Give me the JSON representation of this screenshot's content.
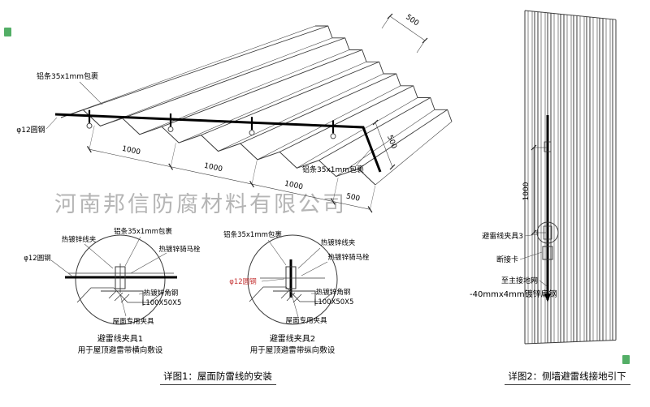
{
  "watermark": {
    "text": "河南邦信防腐材料有限公司",
    "color": "#9d9d9d"
  },
  "colors": {
    "red": "#c43131",
    "green": "#35a04b"
  },
  "roof": {
    "label_alu_top": "铝条35x1mm包裹",
    "label_alu_right": "铝条35x1mm包裹",
    "label_round_steel": "φ12圆钢",
    "dim_1": "1000",
    "dim_2": "1000",
    "dim_3": "1000",
    "dim_4": "500",
    "dim_5": "500",
    "dim_6": "500"
  },
  "detail1": {
    "label_clip": "热镀锌线夹",
    "label_alu": "铝条35x1mm包裹",
    "label_bolt": "热镀锌骑马栓",
    "label_round_steel": "φ12圆钢",
    "label_angle": "热镀锌角钢",
    "label_angle_spec": "L100X50X5",
    "label_roof_clamp": "屋面专用夹具",
    "title": "避雷线夹具1",
    "subtitle": "用于屋顶避雷带横向敷设"
  },
  "detail2": {
    "label_clip": "热镀锌线夹",
    "label_alu": "铝条35x1mm包裹",
    "label_bolt": "热镀锌骑马栓",
    "label_round_steel": "φ12圆钢",
    "label_angle": "热镀锌角钢",
    "label_angle_spec": "L100X50X5",
    "label_roof_clamp": "屋面专用夹具",
    "title": "避雷线夹具2",
    "subtitle": "用于屋顶避雷带纵向敷设"
  },
  "wall": {
    "dim_height": "1000",
    "label_clamp": "避雷线夹具3",
    "label_disconnect": "断接卡",
    "label_to_ground": "至主接地网",
    "label_flat_steel": "-40mmx4mm镀锌扁钢"
  },
  "captions": {
    "detail1": "详图1：屋面防雷线的安装",
    "detail2": "详图2：侧墙避雷线接地引下"
  }
}
